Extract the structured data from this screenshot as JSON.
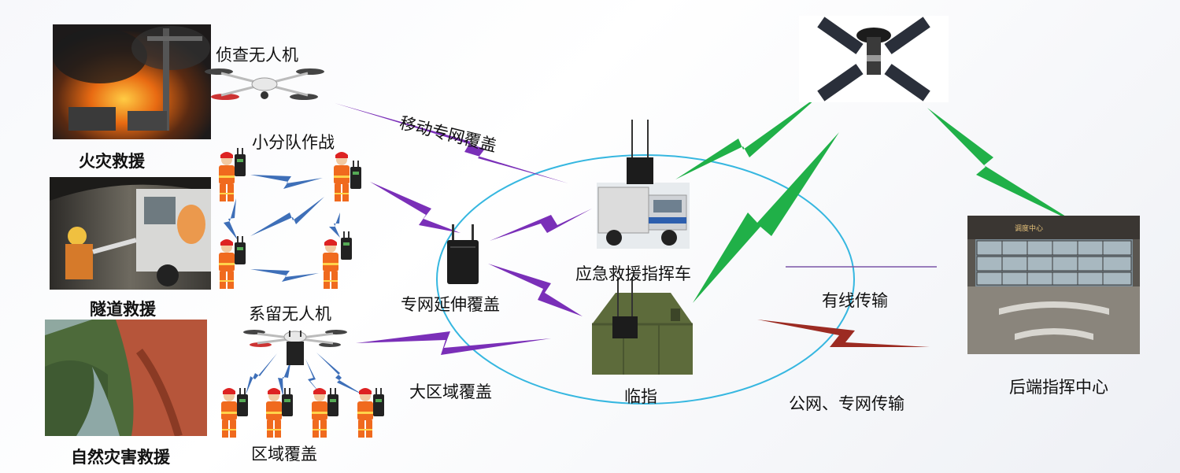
{
  "labels": {
    "fire_rescue": "火灾救援",
    "tunnel_rescue": "隧道救援",
    "natural_disaster_rescue": "自然灾害救援",
    "recon_drone": "侦查无人机",
    "squad_combat": "小分队作战",
    "tethered_drone": "系留无人机",
    "area_coverage": "区域覆盖",
    "mobile_private_network_coverage": "移动专网覆盖",
    "private_network_extension": "专网延伸覆盖",
    "large_area_coverage": "大区域覆盖",
    "emergency_command_vehicle": "应急救援指挥车",
    "temporary_command": "临指",
    "wired_transmission": "有线传输",
    "public_private_transmission": "公网、专网传输",
    "backend_command_center": "后端指挥中心"
  },
  "screen_text": {
    "center_banner": "调度中心"
  },
  "colors": {
    "purple_link": "#7a2fb8",
    "blue_link": "#3e6fb8",
    "green_link": "#20b048",
    "red_link": "#9c2b22",
    "ring": "#36b7e0",
    "wire": "#7a55a8"
  },
  "icons": [
    "satellite-icon",
    "drone-icon",
    "firefighter-icon",
    "radio-icon",
    "command-vehicle-icon",
    "tent-icon"
  ]
}
